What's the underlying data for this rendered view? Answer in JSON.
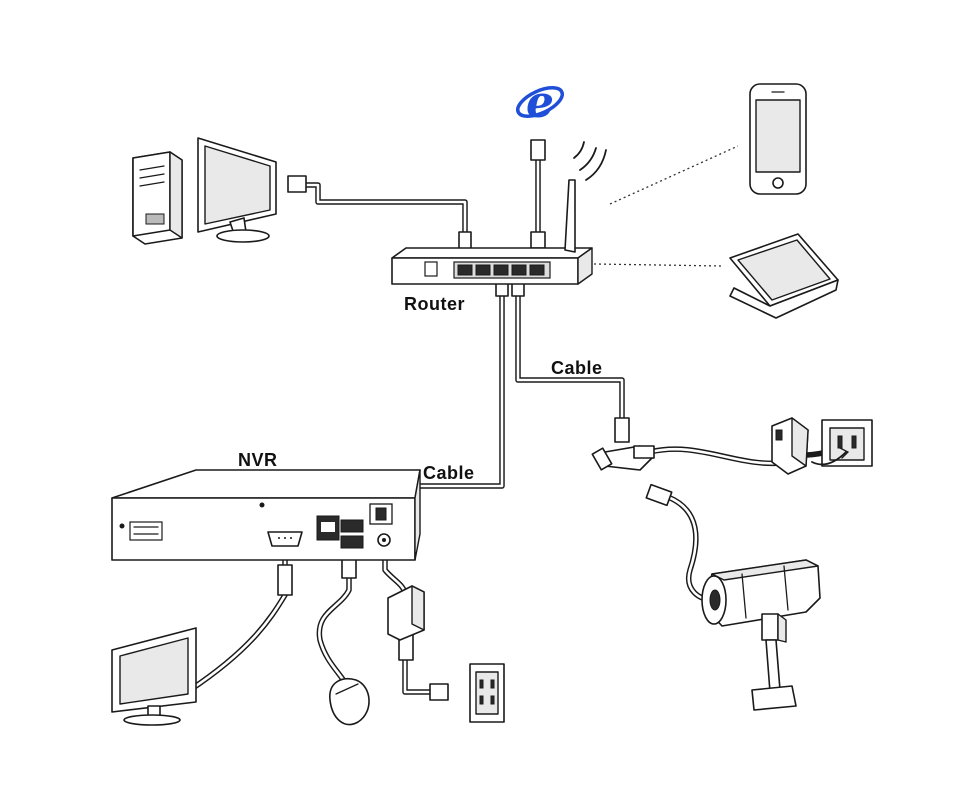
{
  "labels": {
    "router": "Router",
    "nvr": "NVR",
    "cable_router_camera": "Cable",
    "cable_router_nvr": "Cable"
  },
  "icons": {
    "internet": "internet-explorer-logo",
    "pc": "desktop-pc",
    "monitor_top": "monitor",
    "router": "wifi-router",
    "smartphone": "smartphone",
    "laptop": "laptop",
    "nvr": "network-video-recorder",
    "camera": "bullet-ip-camera",
    "power_adapter": "power-adapter",
    "wall_socket": "wall-socket",
    "monitor_bottom": "monitor",
    "mouse": "mouse",
    "power_brick": "power-brick",
    "wall_socket_nvr": "wall-socket"
  },
  "colors": {
    "line": "#1a1a1a",
    "internet_logo": "#1f4fd8",
    "background": "#ffffff"
  }
}
